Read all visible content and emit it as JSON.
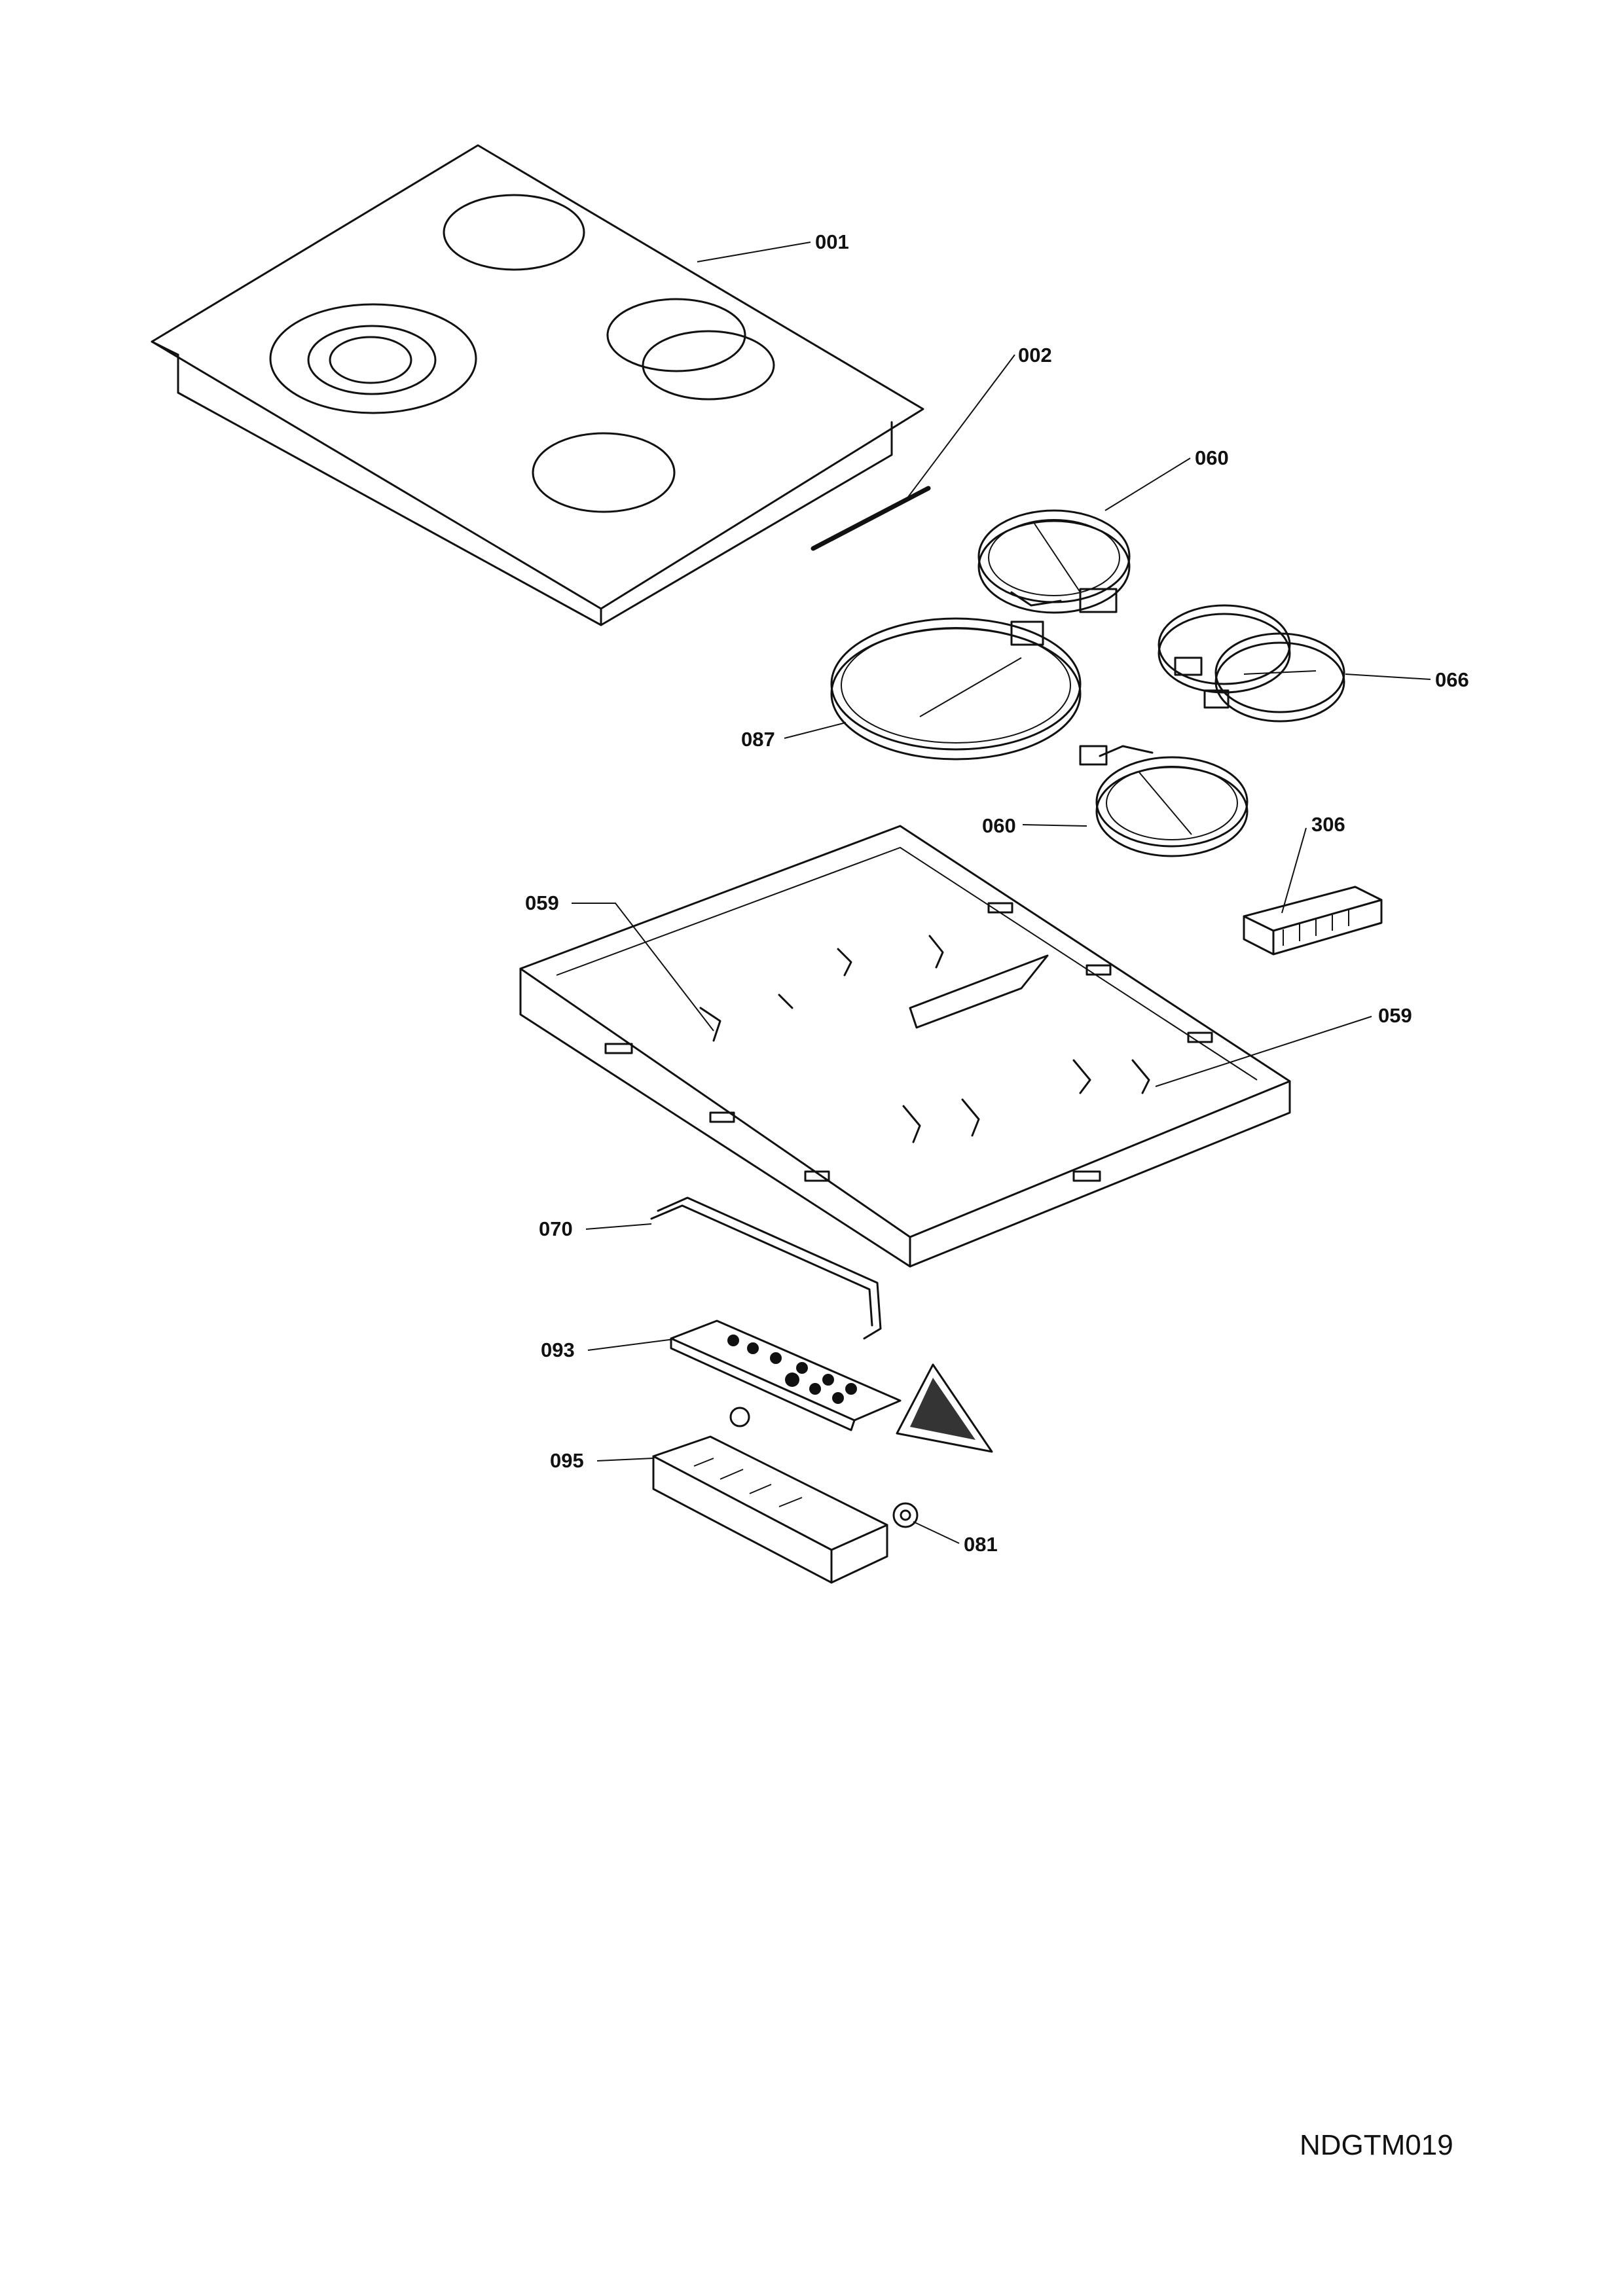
{
  "callouts": {
    "p001": "001",
    "p002": "002",
    "p060a": "060",
    "p066": "066",
    "p087": "087",
    "p060b": "060",
    "p306": "306",
    "p059a": "059",
    "p059b": "059",
    "p070": "070",
    "p093": "093",
    "p095": "095",
    "p081": "081"
  },
  "drawing_code": "NDGTM019"
}
